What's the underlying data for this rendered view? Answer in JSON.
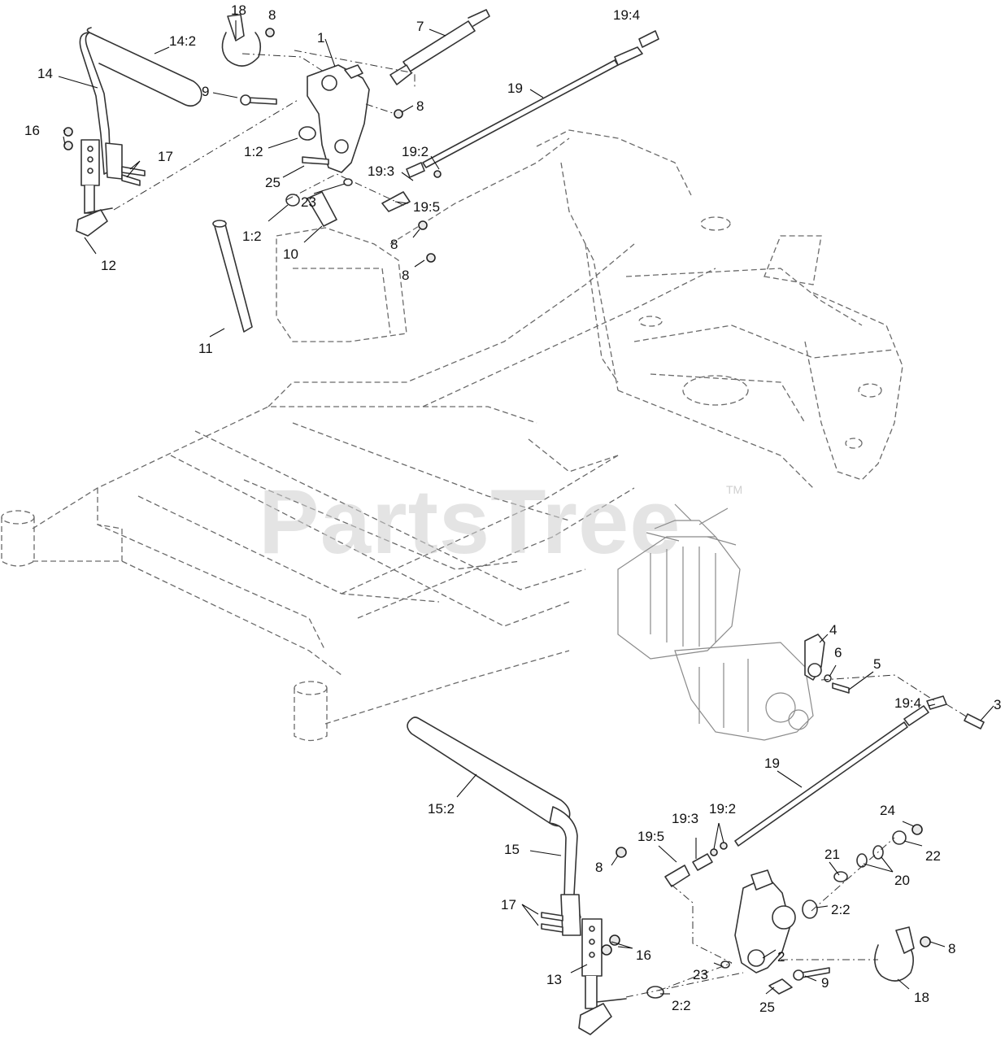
{
  "watermark": {
    "text": "PartsTree",
    "tm": "TM"
  },
  "callouts": [
    {
      "id": "c18a",
      "text": "18"
    },
    {
      "id": "c8a",
      "text": "8"
    },
    {
      "id": "c1a",
      "text": "1"
    },
    {
      "id": "c7",
      "text": "7"
    },
    {
      "id": "c194a",
      "text": "19:4"
    },
    {
      "id": "c142",
      "text": "14:2"
    },
    {
      "id": "c14",
      "text": "14"
    },
    {
      "id": "c9a",
      "text": "9"
    },
    {
      "id": "c8b",
      "text": "8"
    },
    {
      "id": "c19a",
      "text": "19"
    },
    {
      "id": "c16a",
      "text": "16"
    },
    {
      "id": "c12a",
      "text": "1:2"
    },
    {
      "id": "c17a",
      "text": "17"
    },
    {
      "id": "c192a",
      "text": "19:2"
    },
    {
      "id": "c25a",
      "text": "25"
    },
    {
      "id": "c193a",
      "text": "19:3"
    },
    {
      "id": "c23a",
      "text": "23"
    },
    {
      "id": "c195a",
      "text": "19:5"
    },
    {
      "id": "c12b",
      "text": "1:2"
    },
    {
      "id": "c8c",
      "text": "8"
    },
    {
      "id": "c10",
      "text": "10"
    },
    {
      "id": "c12",
      "text": "12"
    },
    {
      "id": "c8d",
      "text": "8"
    },
    {
      "id": "c11",
      "text": "11"
    },
    {
      "id": "c4",
      "text": "4"
    },
    {
      "id": "c6",
      "text": "6"
    },
    {
      "id": "c5",
      "text": "5"
    },
    {
      "id": "c194b",
      "text": "19:4"
    },
    {
      "id": "c3",
      "text": "3"
    },
    {
      "id": "c19b",
      "text": "19"
    },
    {
      "id": "c152",
      "text": "15:2"
    },
    {
      "id": "c24",
      "text": "24"
    },
    {
      "id": "c193b",
      "text": "19:3"
    },
    {
      "id": "c192b",
      "text": "19:2"
    },
    {
      "id": "c15",
      "text": "15"
    },
    {
      "id": "c195b",
      "text": "19:5"
    },
    {
      "id": "c21",
      "text": "21"
    },
    {
      "id": "c22",
      "text": "22"
    },
    {
      "id": "c8e",
      "text": "8"
    },
    {
      "id": "c20",
      "text": "20"
    },
    {
      "id": "c17b",
      "text": "17"
    },
    {
      "id": "c22b",
      "text": "2:2"
    },
    {
      "id": "c16b",
      "text": "16"
    },
    {
      "id": "c2",
      "text": "2"
    },
    {
      "id": "c8f",
      "text": "8"
    },
    {
      "id": "c13",
      "text": "13"
    },
    {
      "id": "c23b",
      "text": "23"
    },
    {
      "id": "c9b",
      "text": "9"
    },
    {
      "id": "c22c",
      "text": "2:2"
    },
    {
      "id": "c25b",
      "text": "25"
    },
    {
      "id": "c18b",
      "text": "18"
    }
  ]
}
